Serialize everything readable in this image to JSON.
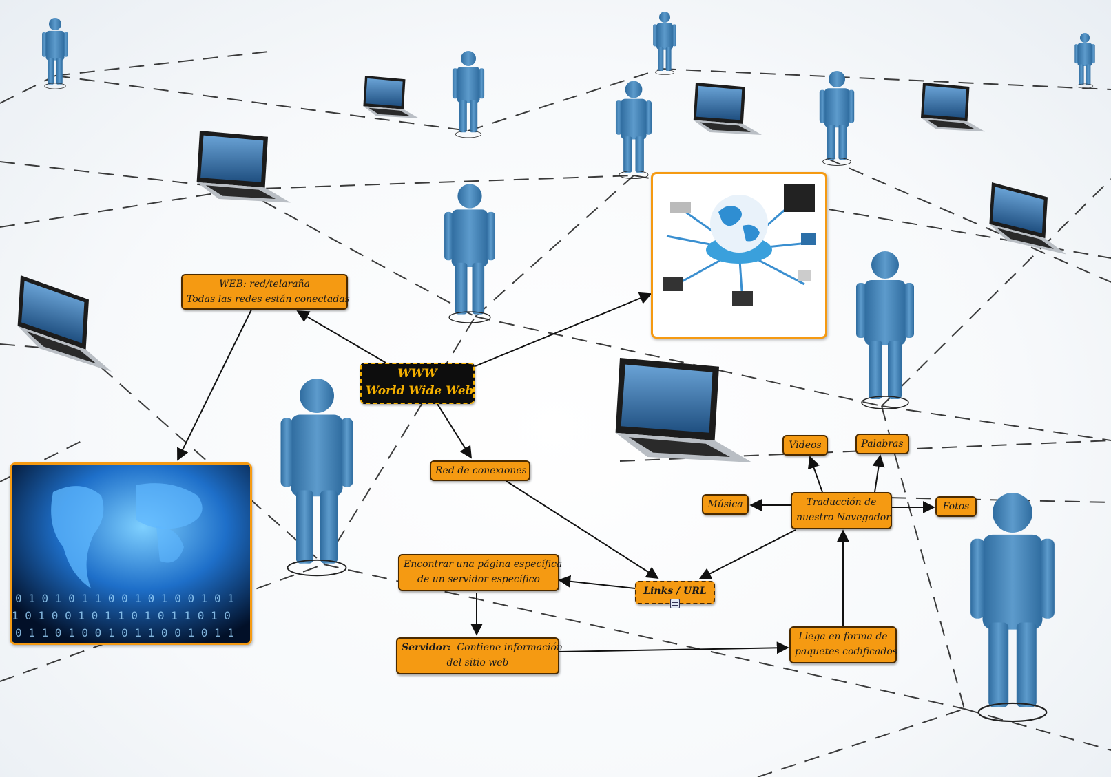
{
  "colors": {
    "node_fill": "#f59a12",
    "node_border": "#4a2a00",
    "root_fill": "#0d0d0d",
    "root_text": "#f5b000",
    "figure_blue": "#4a86b8",
    "connector": "#111111"
  },
  "diagram": {
    "root": {
      "line1": "WWW",
      "line2": "World Wide Web"
    },
    "web": {
      "line1": "WEB: red/telaraña",
      "line2": "Todas las redes están conectadas"
    },
    "red": {
      "text": "Red de conexiones"
    },
    "links": {
      "text": "Links / URL"
    },
    "encontrar": {
      "line1": "Encontrar una página específica",
      "line2": "de un servidor específico"
    },
    "servidor": {
      "bold": "Servidor:",
      "rest": "Contiene información",
      "line2": "del sitio web"
    },
    "llega": {
      "line1": "Llega en forma de",
      "line2": "paquetes codificados"
    },
    "traduccion": {
      "line1": "Traducción de",
      "line2": "nuestro Navegador"
    },
    "videos": {
      "text": "Videos"
    },
    "palabras": {
      "text": "Palabras"
    },
    "musica": {
      "text": "Música"
    },
    "fotos": {
      "text": "Fotos"
    }
  },
  "icons": [
    "network-globe-image",
    "world-map-binary-image",
    "note-icon"
  ]
}
